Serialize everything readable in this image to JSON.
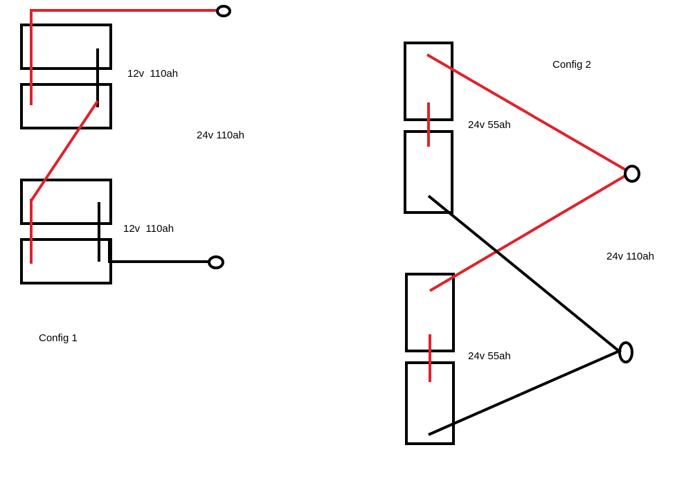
{
  "colors": {
    "positive": "#e0222b",
    "negative": "#000000",
    "outline": "#000000"
  },
  "config1": {
    "title": "Config 1",
    "upper_pair_label": "12v  110ah",
    "lower_pair_label": "12v  110ah",
    "total_label": "24v 110ah"
  },
  "config2": {
    "title": "Config 2",
    "upper_pair_label": "24v 55ah",
    "lower_pair_label": "24v 55ah",
    "total_label": "24v 110ah"
  }
}
